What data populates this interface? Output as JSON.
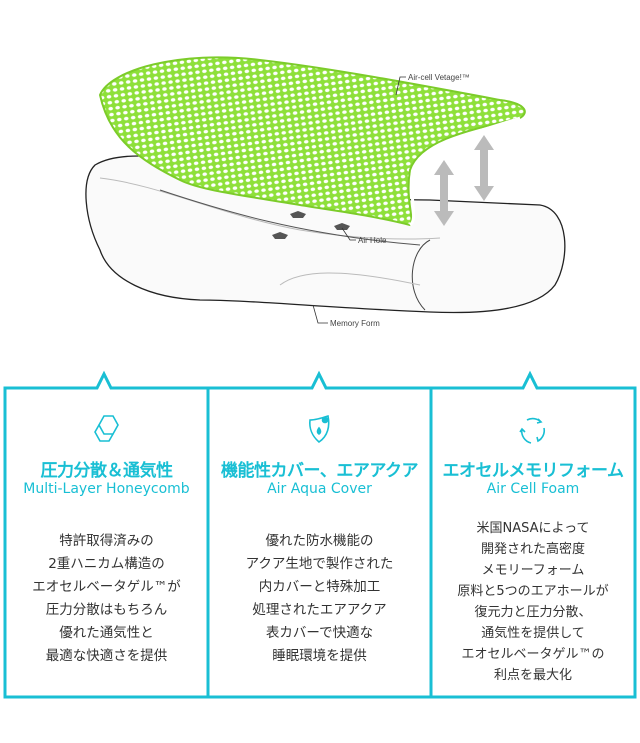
{
  "illustration": {
    "labels": {
      "air_cell": "Air-cell Vetage!™",
      "air_hole": "Air Hole",
      "memory": "Memory Form"
    }
  },
  "accent": "#19bfd4",
  "features": [
    {
      "icon": "honeycomb-icon",
      "title": "圧力分散＆通気性",
      "subtitle": "Multi-Layer Honeycomb",
      "lines": [
        "特許取得済みの",
        "2重ハニカム構造の",
        "エオセルベータゲル™が",
        "圧力分散はもちろん",
        "優れた通気性と",
        "最適な快適さを提供"
      ]
    },
    {
      "icon": "shield-icon",
      "title": "機能性カバー、エアアクア",
      "subtitle": "Air Aqua Cover",
      "lines": [
        "優れた防水機能の",
        "アクア生地で製作された",
        "内カバーと特殊加工",
        "処理されたエアアクア",
        "表カバーで快適な",
        "睡眠環境を提供"
      ]
    },
    {
      "icon": "recycle-icon",
      "title": "エオセルメモリフォーム",
      "subtitle": "Air Cell Foam",
      "lines": [
        "米国NASAによって",
        "開発された高密度",
        "メモリーフォーム",
        "原料と5つのエアホールが",
        "復元力と圧力分散、",
        "通気性を提供して",
        "エオセルベータゲル™の",
        "利点を最大化"
      ]
    }
  ]
}
